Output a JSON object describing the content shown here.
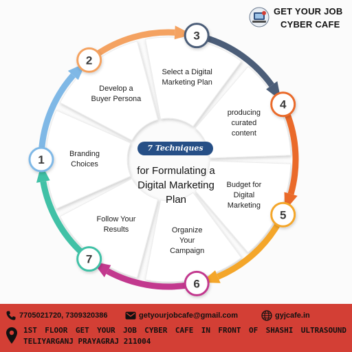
{
  "brand": {
    "line1": "GET YOUR JOB",
    "line2": "CYBER CAFE",
    "logo_icon": "cyber-cafe-logo-icon"
  },
  "center": {
    "badge": "7 Techniques",
    "title_lines": [
      "for Formulating a",
      "Digital Marketing",
      "Plan"
    ]
  },
  "steps": [
    {
      "number": "1",
      "lines": [
        "Branding",
        "Choices"
      ],
      "color": "#7fb8e6"
    },
    {
      "number": "2",
      "lines": [
        "Develop a",
        "Buyer Persona"
      ],
      "color": "#f4a261"
    },
    {
      "number": "3",
      "lines": [
        "Select a Digital",
        "Marketing Plan"
      ],
      "color": "#4b5d78"
    },
    {
      "number": "4",
      "lines": [
        "producing",
        "curated",
        "content"
      ],
      "color": "#ea6a2a"
    },
    {
      "number": "5",
      "lines": [
        "Budget for",
        "Digital",
        "Marketing"
      ],
      "color": "#f4a62a"
    },
    {
      "number": "6",
      "lines": [
        "Organize",
        "Your",
        "Campaign"
      ],
      "color": "#c2398e"
    },
    {
      "number": "7",
      "lines": [
        "Follow Your",
        "Results"
      ],
      "color": "#41c1a6"
    }
  ],
  "footer": {
    "phone": "7705021720, 7309320386",
    "email": "getyourjobcafe@gmail.com",
    "website": "gyjcafe.in",
    "address": "1ST FLOOR GET YOUR JOB CYBER CAFE IN FRONT OF SHASHI ULTRASOUND TELIYARGANJ PRAYAGRAJ 211004",
    "phone_icon": "phone-icon",
    "email_icon": "email-icon",
    "web_icon": "globe-icon",
    "address_icon": "location-pin-icon",
    "color": "#d33f35"
  }
}
